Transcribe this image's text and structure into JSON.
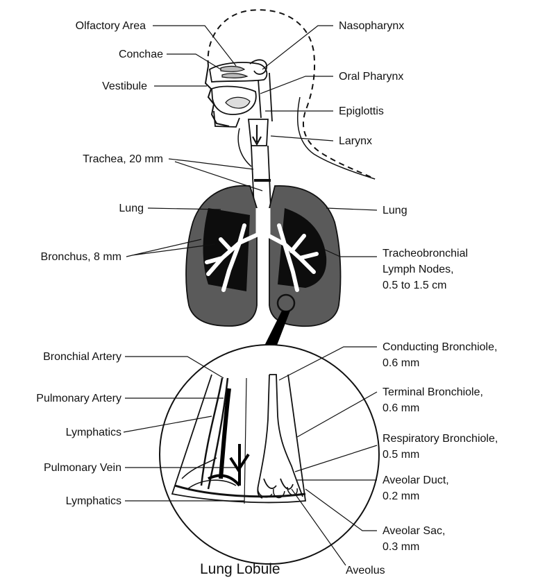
{
  "colors": {
    "ink": "#111111",
    "lung_gray": "#5a5a5a",
    "dark": "#000000",
    "paper": "#ffffff"
  },
  "labels": {
    "olfactory_area": "Olfactory Area",
    "conchae": "Conchae",
    "vestibule": "Vestibule",
    "trachea": "Trachea, 20 mm",
    "lung_left": "Lung",
    "bronchus": "Bronchus, 8 mm",
    "nasopharynx": "Nasopharynx",
    "oral_pharynx": "Oral Pharynx",
    "epiglottis": "Epiglottis",
    "larynx": "Larynx",
    "lung_right": "Lung",
    "lymph_nodes_1": "Tracheobronchial",
    "lymph_nodes_2": "Lymph Nodes,",
    "lymph_nodes_3": "0.5 to 1.5 cm",
    "bronchial_artery": "Bronchial Artery",
    "pulmonary_artery": "Pulmonary Artery",
    "lymphatics_1": "Lymphatics",
    "pulmonary_vein": "Pulmonary Vein",
    "lymphatics_2": "Lymphatics",
    "conducting_bronchiole_1": "Conducting Bronchiole,",
    "conducting_bronchiole_2": "0.6 mm",
    "terminal_bronchiole_1": "Terminal Bronchiole,",
    "terminal_bronchiole_2": "0.6 mm",
    "respiratory_bronchiole_1": "Respiratory Bronchiole,",
    "respiratory_bronchiole_2": "0.5 mm",
    "alveolar_duct_1": "Aveolar Duct,",
    "alveolar_duct_2": "0.2 mm",
    "alveolar_sac_1": "Aveolar Sac,",
    "alveolar_sac_2": "0.3 mm",
    "alveolus": "Aveolus",
    "caption": "Lung Lobule"
  }
}
